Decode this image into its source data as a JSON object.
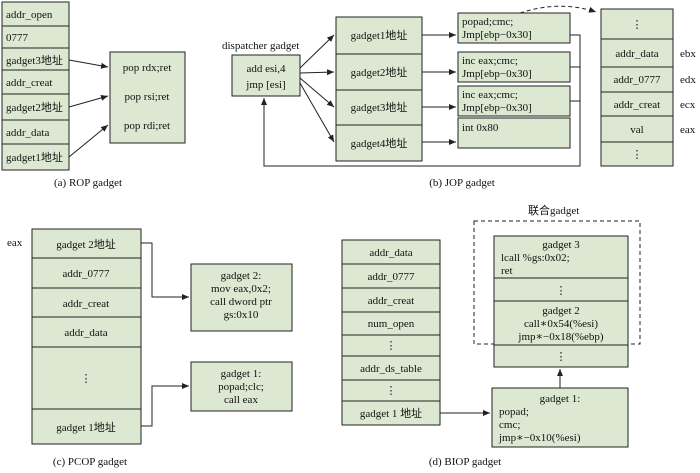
{
  "rop": {
    "stack": [
      "addr_open",
      "0777",
      "gadget3地址",
      "addr_creat",
      "gadget2地址",
      "addr_data",
      "gadget1地址"
    ],
    "gadgets": [
      "pop rdx;ret",
      "pop rsi;ret",
      "pop rdi;ret"
    ],
    "caption": "(a) ROP gadget"
  },
  "jop": {
    "dispatcher_label": "dispatcher gadget",
    "dispatcher_code": [
      "add esi,4",
      "jmp [esi]"
    ],
    "table": [
      "gadget1地址",
      "gadget2地址",
      "gadget3地址",
      "gadget4地址"
    ],
    "gadgets": [
      [
        "popad;cmc;",
        "Jmp[ebp−0x30]"
      ],
      [
        "inc eax;cmc;",
        "Jmp[ebp−0x30]"
      ],
      [
        "inc eax;cmc;",
        "Jmp[ebp−0x30]"
      ],
      [
        "int 0x80"
      ]
    ],
    "stack": [
      "⋮",
      "addr_data",
      "addr_0777",
      "addr_creat",
      "val",
      "⋮"
    ],
    "registers": [
      "ebx",
      "edx",
      "ecx",
      "eax"
    ],
    "caption": "(b) JOP gadget"
  },
  "pcop": {
    "reg_label": "eax",
    "stack": [
      "gadget 2地址",
      "addr_0777",
      "addr_creat",
      "addr_data",
      "⋮",
      "gadget 1地址"
    ],
    "gadget2": [
      "gadget 2:",
      "mov eax,0x2;",
      "call dword ptr",
      "gs:0x10"
    ],
    "gadget1": [
      "gadget 1:",
      "popad;clc;",
      "call eax"
    ],
    "caption": "(c) PCOP gadget"
  },
  "biop": {
    "stack": [
      "addr_data",
      "addr_0777",
      "addr_creat",
      "num_open",
      "⋮",
      "addr_ds_table",
      "⋮",
      "gadget 1 地址"
    ],
    "union_label": "联合gadget",
    "gadget3": [
      "gadget 3",
      "lcall %gs:0x02;",
      "ret"
    ],
    "dots": "⋮",
    "gadget2": [
      "gadget 2",
      "call∗0x54(%esi)",
      "jmp∗−0x18(%ebp)"
    ],
    "gadget1": [
      "gadget 1:",
      "popad;",
      "cmc;",
      "jmp∗−0x10(%esi)"
    ],
    "caption": "(d) BIOP gadget"
  }
}
